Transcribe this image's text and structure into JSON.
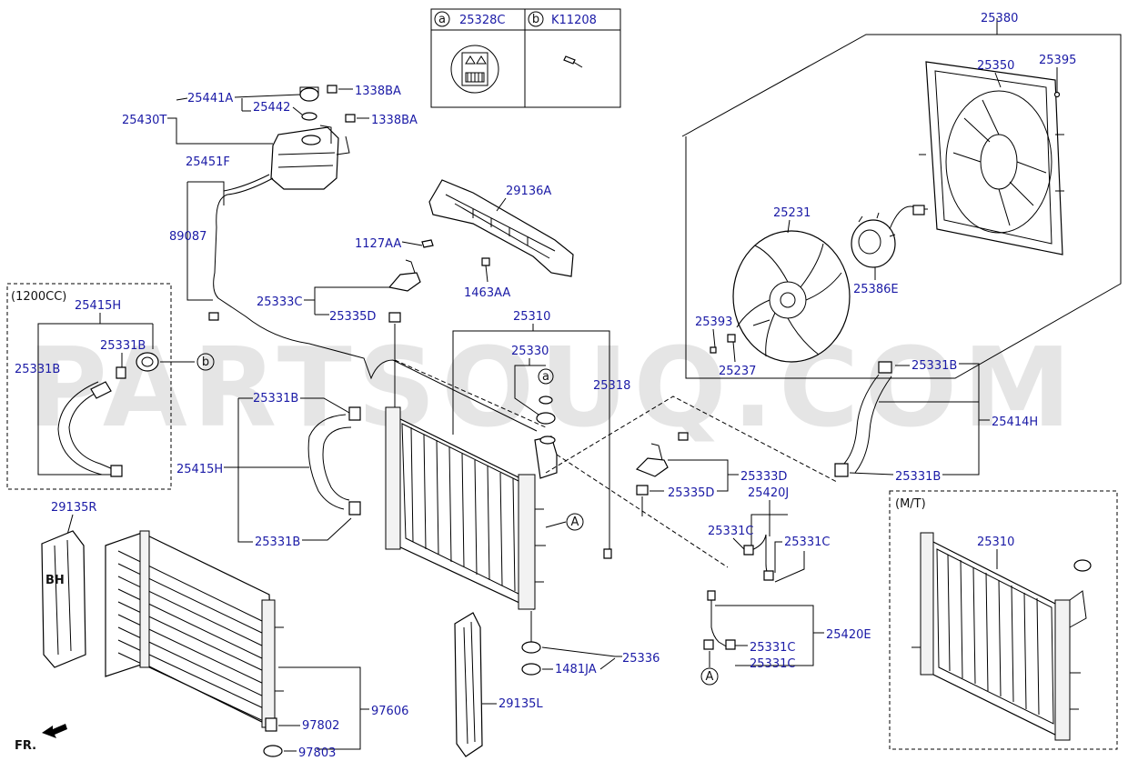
{
  "diagram": {
    "watermark": "PARTSOUQ.COM",
    "legend": {
      "a": {
        "marker": "a",
        "code": "25328C"
      },
      "b": {
        "marker": "b",
        "code": "K11208"
      }
    },
    "callout_a": "a",
    "callout_b": "b",
    "callout_A": "A",
    "group_labels": {
      "engine_1200": "(1200CC)",
      "mt": "(M/T)",
      "front": "FR."
    },
    "labels": {
      "p25380": "25380",
      "p25350": "25350",
      "p25395": "25395",
      "p25231": "25231",
      "p25386E": "25386E",
      "p25393": "25393",
      "p25237": "25237",
      "p25441A": "25441A",
      "p25442": "25442",
      "p1338BA_1": "1338BA",
      "p1338BA_2": "1338BA",
      "p25430T": "25430T",
      "p25451F": "25451F",
      "p89087": "89087",
      "p29136A": "29136A",
      "p1127AA": "1127AA",
      "p1463AA": "1463AA",
      "p25333C": "25333C",
      "p25335D_1": "25335D",
      "p25415H_1": "25415H",
      "p25331B_1": "25331B",
      "p25331B_2": "25331B",
      "p25310_1": "25310",
      "p25330": "25330",
      "p25318": "25318",
      "p25331B_3": "25331B",
      "p25415H_2": "25415H",
      "p25331B_4": "25331B",
      "p25331B_5": "25331B",
      "p25414H": "25414H",
      "p25331B_6": "25331B",
      "p25333D": "25333D",
      "p25335D_2": "25335D",
      "p25420J": "25420J",
      "p25331C_1": "25331C",
      "p25331C_2": "25331C",
      "p29135R": "29135R",
      "p25420E": "25420E",
      "p25331C_3": "25331C",
      "p25331C_4": "25331C",
      "p25336": "25336",
      "p1481JA": "1481JA",
      "p29135L": "29135L",
      "p97606": "97606",
      "p97802": "97802",
      "p97803": "97803",
      "p25310_2": "25310"
    },
    "plate_text": "BH"
  }
}
